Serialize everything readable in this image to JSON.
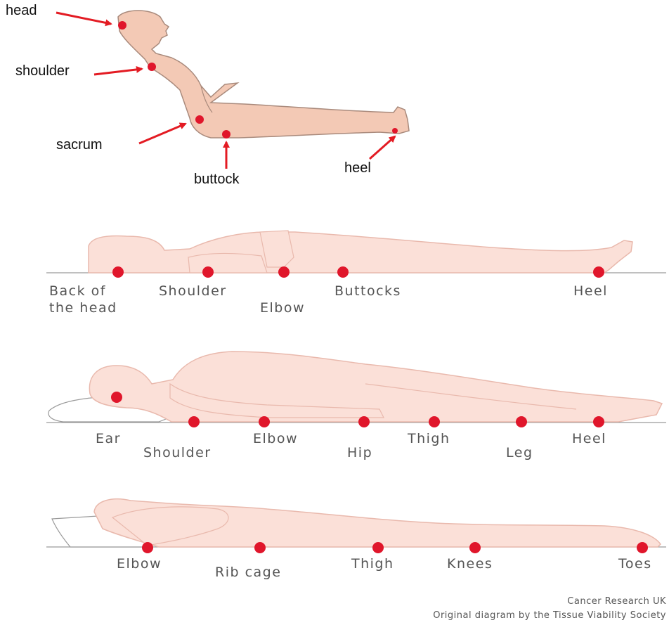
{
  "sitting": {
    "labels": {
      "head": "head",
      "shoulder": "shoulder",
      "sacrum": "sacrum",
      "buttock": "buttock",
      "heel": "heel"
    }
  },
  "lying_on_back": {
    "labels": {
      "back_of_head": "Back of\nthe head",
      "shoulder": "Shoulder",
      "elbow": "Elbow",
      "buttocks": "Buttocks",
      "heel": "Heel"
    }
  },
  "lying_on_side": {
    "labels": {
      "ear": "Ear",
      "shoulder": "Shoulder",
      "elbow": "Elbow",
      "hip": "Hip",
      "thigh": "Thigh",
      "leg": "Leg",
      "heel": "Heel"
    }
  },
  "lying_on_front": {
    "labels": {
      "elbow": "Elbow",
      "rib_cage": "Rib cage",
      "thigh": "Thigh",
      "knees": "Knees",
      "toes": "Toes"
    }
  },
  "credits": {
    "source": "Cancer Research UK",
    "original": "Original diagram by the Tissue Viability Society"
  },
  "colors": {
    "skin": "#f3c9b5",
    "skin_outline": "#a98a7c",
    "pale_skin": "#fbe0d8",
    "pale_outline": "#e9b9ad",
    "dot": "#e0162b",
    "arrow": "#e31b23",
    "ground": "#9a9a9a"
  }
}
